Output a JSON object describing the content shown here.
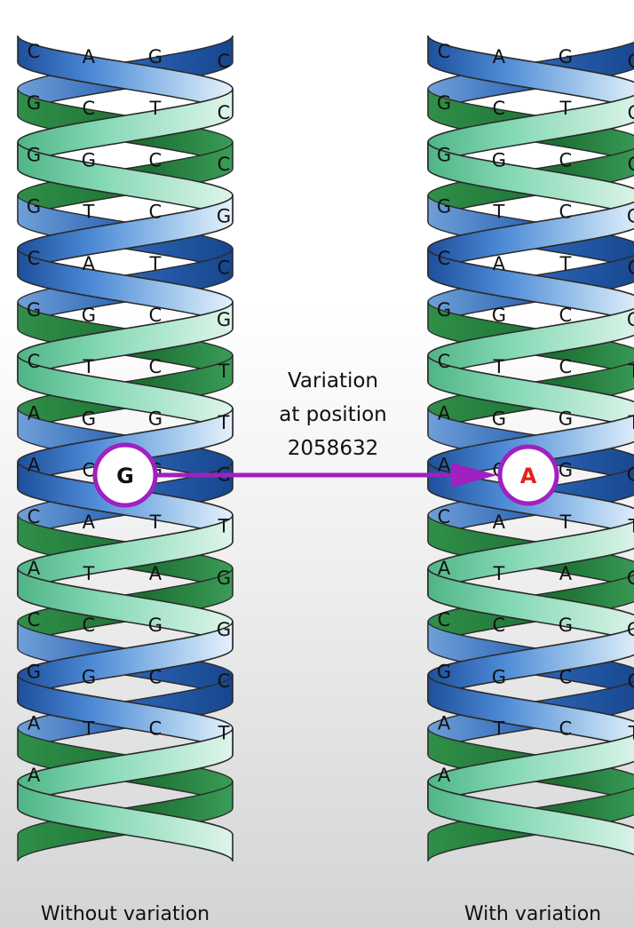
{
  "annotation": {
    "line1": "Variation",
    "line2": "at position",
    "line3": "2058632"
  },
  "left_helix": {
    "caption": "Without variation",
    "highlight_base": "G",
    "bases_left_column": [
      "C",
      "G",
      "G",
      "G",
      "C",
      "G",
      "C",
      "A",
      "A",
      "C",
      "A",
      "C",
      "G",
      "A",
      "A"
    ],
    "bases_inner_left": [
      "A",
      "C",
      "G",
      "T",
      "A",
      "G",
      "T",
      "G",
      "C",
      "A",
      "T",
      "C",
      "G",
      "T"
    ],
    "bases_inner_right": [
      "G",
      "T",
      "C",
      "C",
      "T",
      "C",
      "C",
      "G",
      "G",
      "T",
      "A",
      "G",
      "C",
      "C"
    ],
    "bases_right_column": [
      "C",
      "C",
      "C",
      "G",
      "C",
      "G",
      "T",
      "T",
      "G",
      "T",
      "G",
      "G",
      "C",
      "T"
    ]
  },
  "right_helix": {
    "caption": "With variation",
    "highlight_base": "A"
  },
  "colors": {
    "blue_strand": "#4a86d0",
    "blue_dark": "#1d4f9c",
    "green_strand": "#7dd3b0",
    "green_dark": "#1f7a35",
    "marker": "#a020c0",
    "variant_base": "#e8201e"
  }
}
